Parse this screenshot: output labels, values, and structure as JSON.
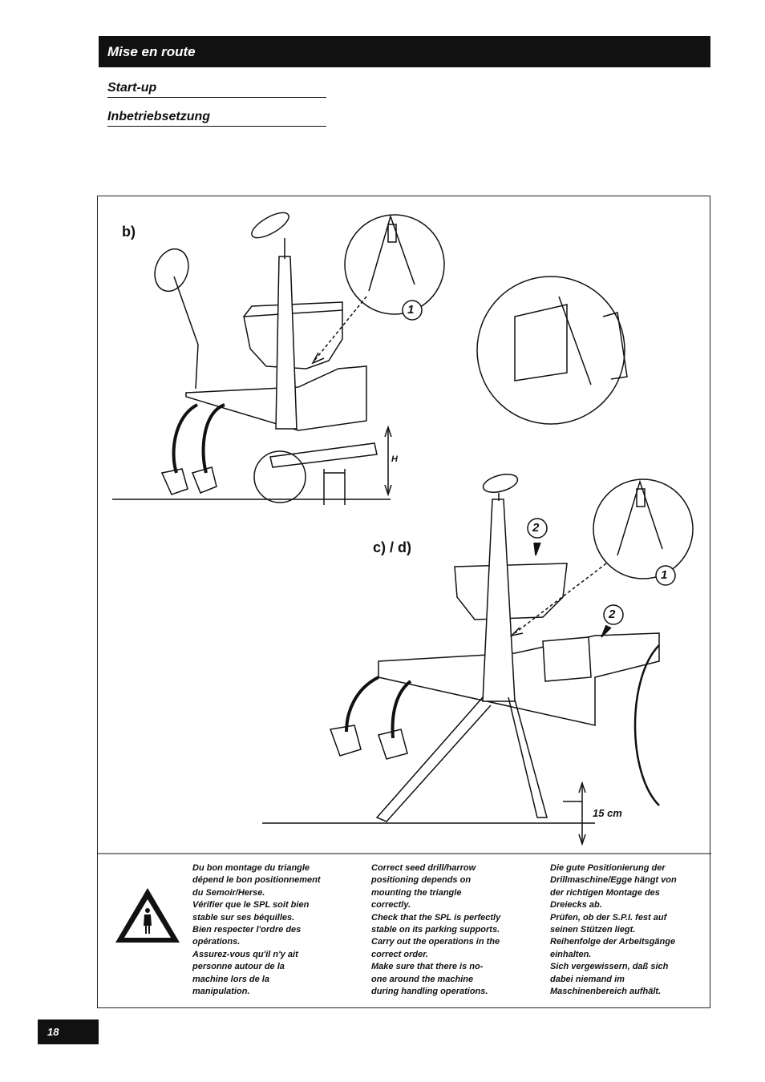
{
  "header": {
    "title": "Mise en route"
  },
  "subtitles": [
    "Start-up",
    "Inbetriebsetzung"
  ],
  "figure": {
    "label_b": "b)",
    "label_cd": "c) / d)",
    "callout_1": "1",
    "callout_2": "2",
    "dimension_h": "H",
    "dimension_15": "15 cm"
  },
  "warning": {
    "icon": "warning-triangle-icon",
    "fr": [
      "Du bon montage du triangle",
      "dépend le bon positionnement",
      "du Semoir/Herse.",
      "Vérifier que le SPL soit bien",
      "stable sur ses béquilles.",
      "Bien respecter l'ordre des",
      "opérations.",
      "Assurez-vous qu'il n'y ait",
      "personne autour de la",
      "machine lors de la",
      "manipulation."
    ],
    "en": [
      "Correct seed drill/harrow",
      "positioning depends on",
      "mounting the triangle",
      "correctly.",
      "Check that the SPL is perfectly",
      "stable on its parking supports.",
      "Carry out the operations in the",
      "correct order.",
      "Make sure that there is no-",
      "one around the machine",
      "during handling operations."
    ],
    "de": [
      "Die gute Positionierung der",
      "Drillmaschine/Egge hängt von",
      "der richtigen Montage des",
      "Dreiecks ab.",
      "Prüfen, ob der S.P.I. fest auf",
      "seinen Stützen liegt.",
      "Reihenfolge der Arbeitsgänge",
      "einhalten.",
      "Sich vergewissern, daß sich",
      "dabei niemand im",
      "Maschinenbereich aufhält."
    ]
  },
  "page_number": "18"
}
